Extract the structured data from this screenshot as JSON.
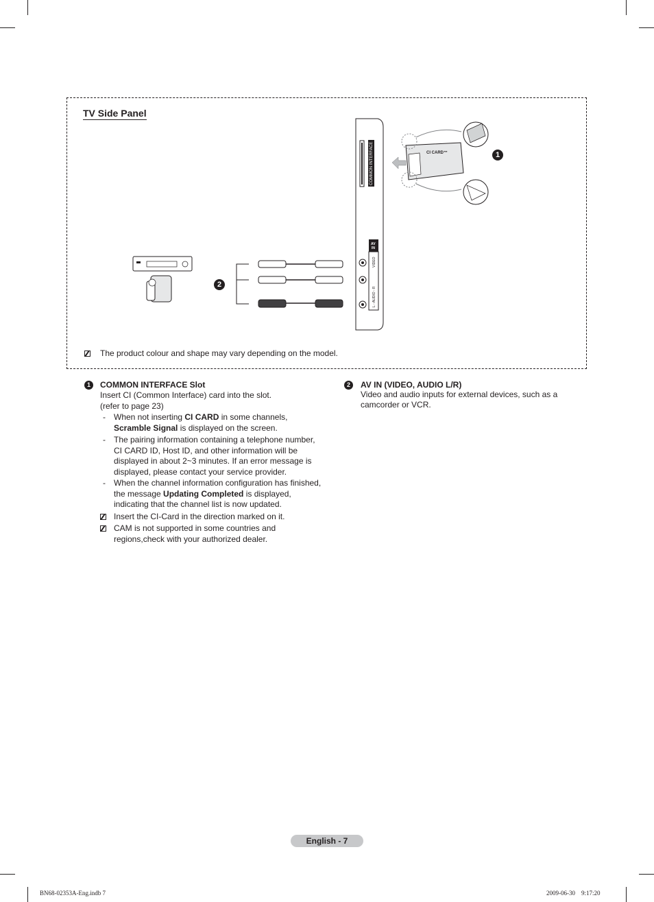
{
  "panel": {
    "title": "TV Side Panel",
    "slot_label": "COMMON INTERFACE",
    "card_label": "CI CARD™",
    "av_label": "AV IN",
    "video_label": "VIDEO",
    "audio_label": "L - AUDIO - R",
    "note": "The product colour and shape may vary depending on the model."
  },
  "markers": {
    "one": "1",
    "two": "2"
  },
  "section1": {
    "title": "COMMON INTERFACE Slot",
    "line1": "Insert CI (Common Interface) card into the slot.",
    "line2": "(refer to page 23)",
    "b1_pre": "When not inserting ",
    "b1_bold1": "CI CARD",
    "b1_mid": " in some channels,",
    "b1_bold2": "Scramble Signal",
    "b1_post": " is displayed on the screen.",
    "b2_l1": "The pairing information containing a telephone number,",
    "b2_l2": "CI CARD ID, Host ID, and other information will be",
    "b2_l3": "displayed in about 2~3 minutes. If an error message is",
    "b2_l4": "displayed, please contact your service provider.",
    "b3_l1": "When the channel information configuration has finished,",
    "b3_pre": "the message ",
    "b3_bold": "Updating Completed",
    "b3_post": " is displayed,",
    "b3_l3": "indicating that the channel list is now updated.",
    "n1": "Insert the CI-Card in the direction marked on it.",
    "n2_l1": "CAM is not supported in some countries and",
    "n2_l2": "regions,check with your authorized dealer."
  },
  "section2": {
    "title": "AV IN (VIDEO, AUDIO L/R)",
    "line1": "Video and audio inputs for external devices, such as a",
    "line2": "camcorder or VCR."
  },
  "footer": {
    "page": "English - 7",
    "file": "BN68-02353A-Eng.indb   7",
    "date": "2009-06-30      9:17:20"
  }
}
